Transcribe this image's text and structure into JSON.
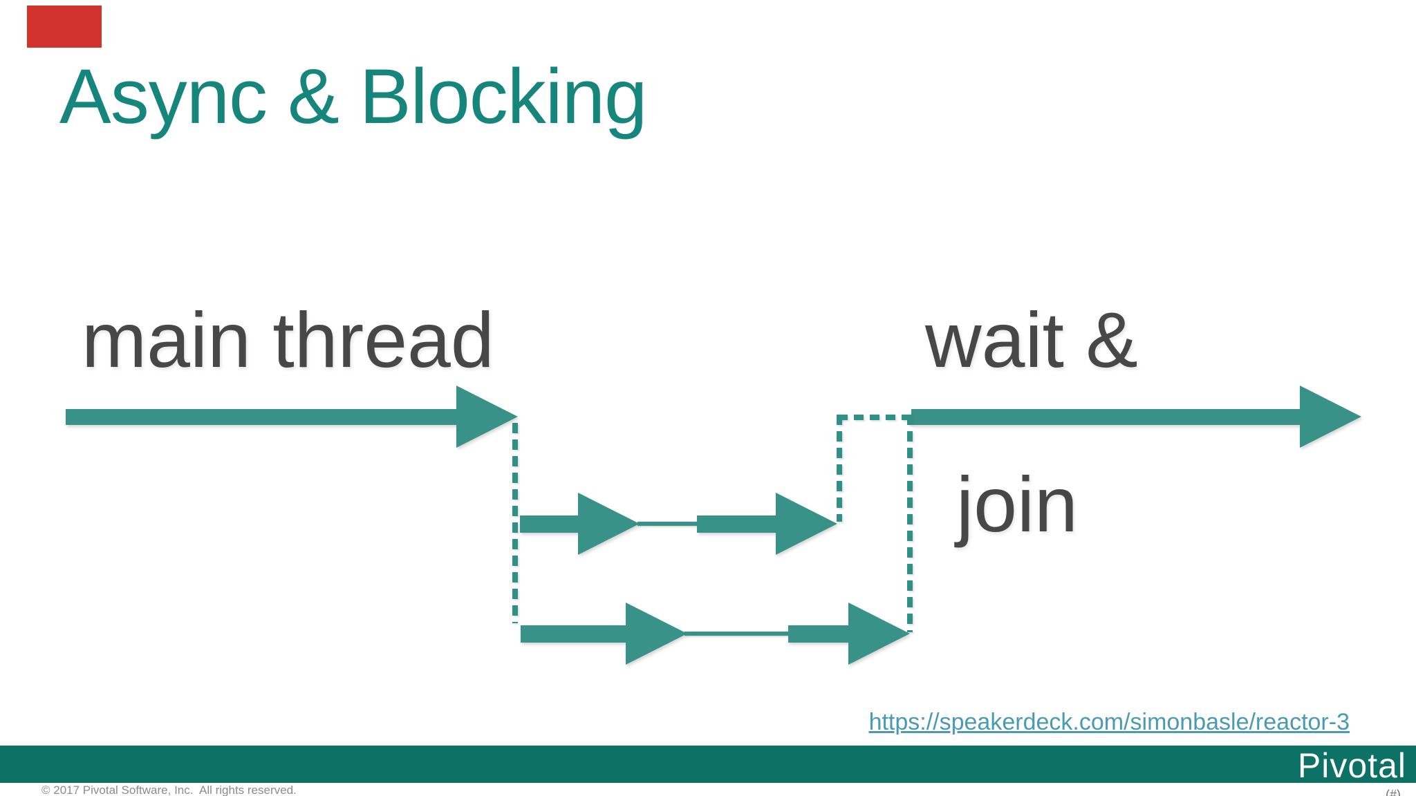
{
  "slide": {
    "title": "Async & Blocking",
    "labels": {
      "main_thread": "main thread",
      "wait_amp": "wait &",
      "join": "join"
    },
    "link": {
      "text": "https://speakerdeck.com/simonbasle/reactor-3"
    },
    "footer": {
      "logo": "Pivotal",
      "copyright": "© 2017 Pivotal Software, Inc.  All rights reserved.",
      "slide_number_placeholder": "(#)"
    },
    "colors": {
      "background": "#ffffff",
      "title_teal": "#16857b",
      "arrow_teal": "#399288",
      "dash_teal": "#2f9186",
      "footer_teal": "#0c7265",
      "label_gray": "#474747",
      "link_blue": "#4a9ab2",
      "copyright_gray": "#8c8c8c",
      "red_marker": "#d0342c"
    }
  }
}
